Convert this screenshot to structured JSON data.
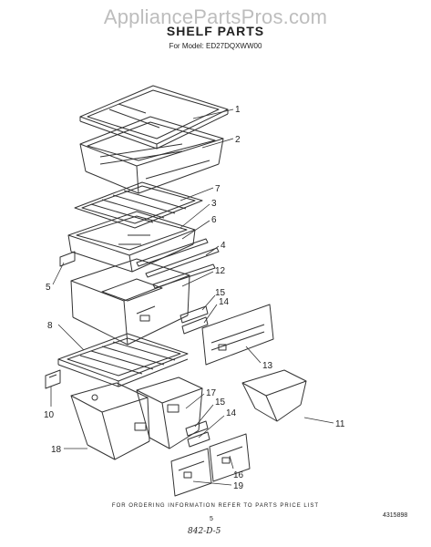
{
  "watermark": "AppliancePartsPros.com",
  "title": "SHELF PARTS",
  "model_line": "For Model: ED27DQXWW00",
  "part_labels": [
    "1",
    "2",
    "7",
    "3",
    "6",
    "4",
    "5",
    "12",
    "15",
    "14",
    "8",
    "13",
    "17",
    "15",
    "14",
    "10",
    "11",
    "18",
    "16",
    "19"
  ],
  "footer": {
    "order_note": "FOR ORDERING INFORMATION REFER TO PARTS PRICE LIST",
    "page_number": "5",
    "doc_number": "4315898",
    "handwritten": "842-D-5"
  }
}
